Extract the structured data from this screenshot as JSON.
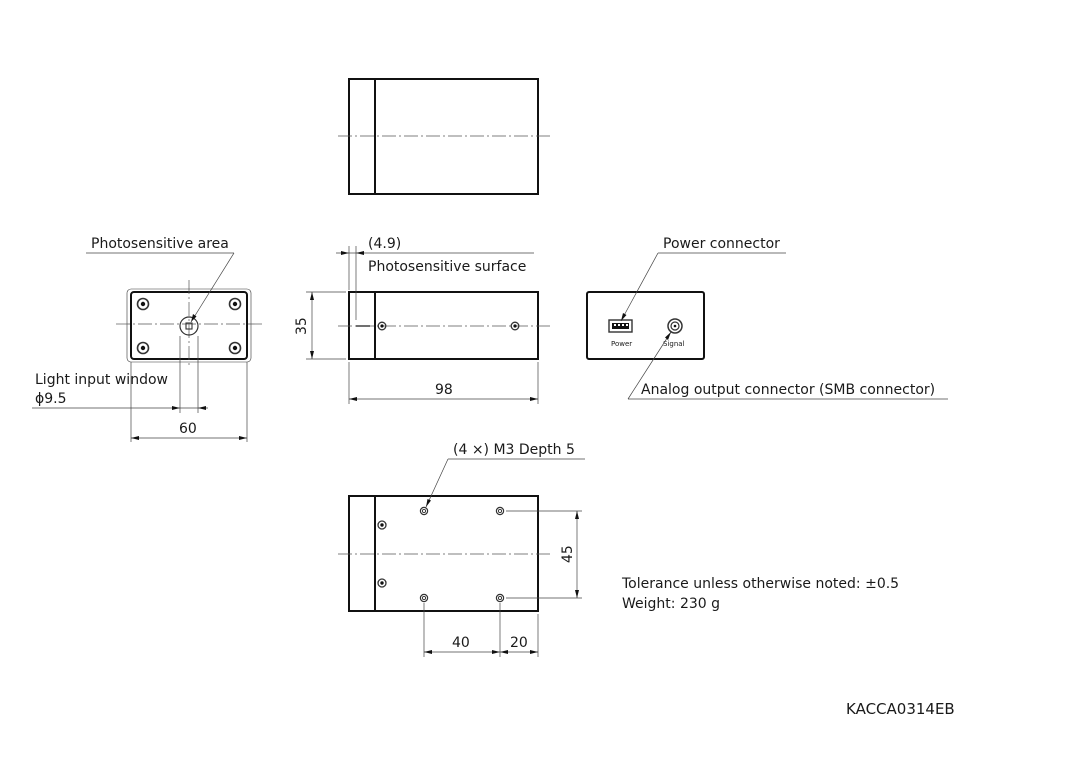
{
  "labels": {
    "photosensitive_area": "Photosensitive area",
    "light_input_window": "Light input window",
    "window_diameter": "ϕ9.5",
    "offset": "(4.9)",
    "photosensitive_surface": "Photosensitive surface",
    "power_connector": "Power connector",
    "analog_output_connector": "Analog output connector (SMB connector)",
    "power_small": "Power",
    "signal_small": "Signal",
    "mount_holes": "(4 ×) M3 Depth 5",
    "tolerance": "Tolerance unless otherwise noted: ±0.5",
    "weight": "Weight: 230 g",
    "drawing_id": "KACCA0314EB"
  },
  "dimensions": {
    "width_front": "60",
    "height_side": "35",
    "length_side": "98",
    "hole_spacing_y": "45",
    "hole_spacing_x": "40",
    "hole_offset_x": "20"
  },
  "icons": {
    "screw": "screw-head-icon",
    "usb": "usb-port-icon",
    "smb": "smb-connector-icon"
  }
}
